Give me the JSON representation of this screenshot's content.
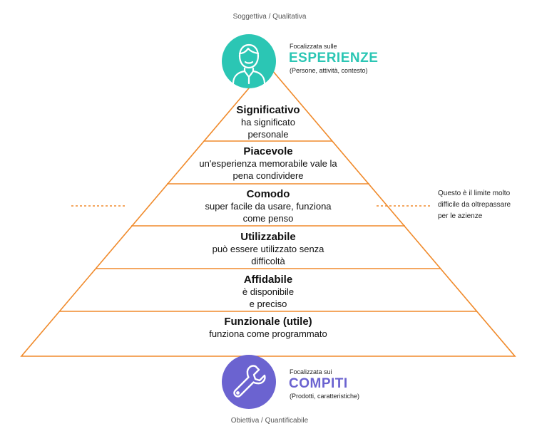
{
  "top_axis_label": "Soggettiva / Qualitativa",
  "bottom_axis_label": "Obiettiva / Quantificabile",
  "experience": {
    "prefix": "Focalizzata sulle",
    "title": "ESPERIENZE",
    "subtitle": "(Persone, attività, contesto)",
    "icon": "person-icon",
    "color": "#2bc6b4"
  },
  "tasks": {
    "prefix": "Focalizzata sui",
    "title": "COMPITI",
    "subtitle": "(Prodotti, caratteristiche)",
    "icon": "wrench-icon",
    "color": "#6b63d0"
  },
  "pyramid_color": "#f08a2b",
  "levels": [
    {
      "title": "Significativo",
      "desc1": "ha significato",
      "desc2": "personale"
    },
    {
      "title": "Piacevole",
      "desc1": "un'esperienza memorabile vale la",
      "desc2": "pena condividere"
    },
    {
      "title": "Comodo",
      "desc1": "super facile da usare, funziona",
      "desc2": "come penso"
    },
    {
      "title": "Utilizzabile",
      "desc1": "può essere utilizzato senza",
      "desc2": "difficoltà"
    },
    {
      "title": "Affidabile",
      "desc1": "è disponibile",
      "desc2": "e preciso"
    },
    {
      "title": "Funzionale (utile)",
      "desc1": "funziona come programmato",
      "desc2": ""
    }
  ],
  "limit_note": {
    "line1": "Questo è il limite molto",
    "line2": "difficile da oltrepassare",
    "line3": "per le azienze"
  }
}
